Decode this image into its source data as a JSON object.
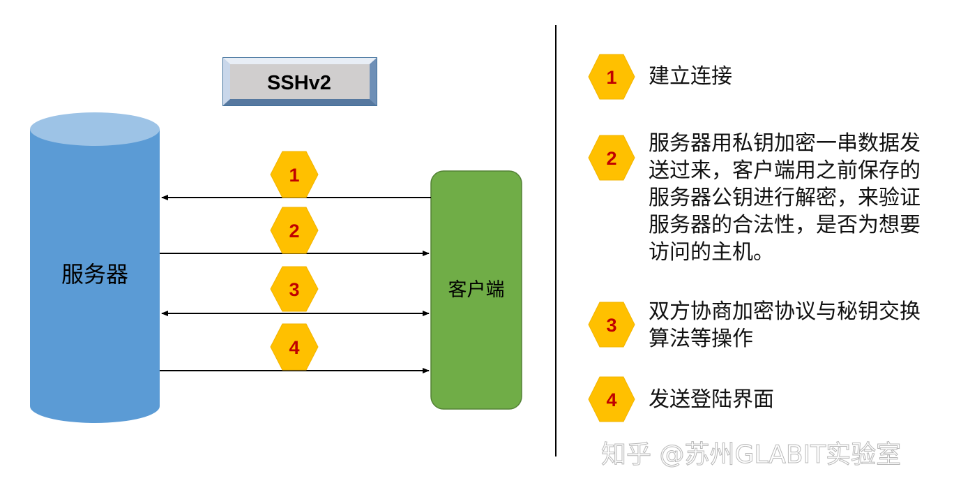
{
  "title": "SSHv2",
  "server": {
    "label": "服务器"
  },
  "client": {
    "label": "客户端"
  },
  "flow_steps": [
    {
      "num": "1",
      "direction": "to-server"
    },
    {
      "num": "2",
      "direction": "to-client"
    },
    {
      "num": "3",
      "direction": "both"
    },
    {
      "num": "4",
      "direction": "to-client"
    }
  ],
  "legend": [
    {
      "num": "1",
      "text": "建立连接"
    },
    {
      "num": "2",
      "text": "服务器用私钥加密一串数据发送过来，客户端用之前保存的服务器公钥进行解密，来验证服务器的合法性，是否为想要访问的主机。"
    },
    {
      "num": "3",
      "text": "双方协商加密协议与秘钥交换算法等操作"
    },
    {
      "num": "4",
      "text": "发送登陆界面"
    }
  ],
  "watermark": "知乎 @苏州GLABIT实验室",
  "colors": {
    "server_fill": "#5b9bd5",
    "server_top": "#9dc3e6",
    "client_fill": "#70ad47",
    "hex_fill": "#ffc000",
    "hex_text": "#c00000",
    "title_fill": "#d0cece",
    "title_border": "#41719c"
  }
}
